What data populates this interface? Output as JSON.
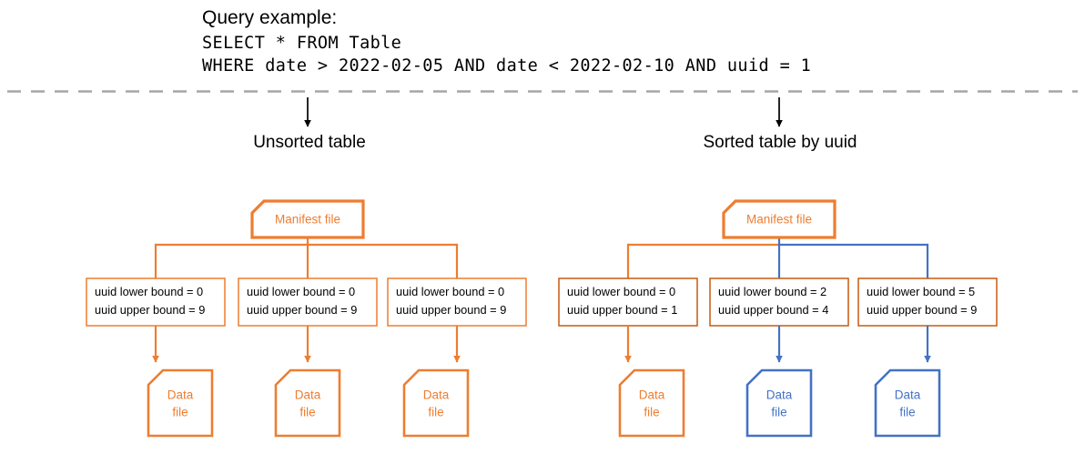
{
  "query": {
    "title": "Query example:",
    "line1": "SELECT * FROM Table",
    "line2": "WHERE date > 2022-02-05 AND date < 2022-02-10 AND uuid = 1"
  },
  "colors": {
    "orange": "#ED7D31",
    "orange_dark": "#C55A11",
    "blue": "#4472C4",
    "divider_gray": "#A6A6A6",
    "text_black": "#000000"
  },
  "divider": {
    "name": "dashed-horizontal-divider"
  },
  "sections": [
    {
      "id": "unsorted",
      "heading": "Unsorted table",
      "manifest": {
        "label": "Manifest file",
        "color": "#ED7D31"
      },
      "branches": [
        {
          "bound_lower": "uuid lower bound = 0",
          "bound_upper": "uuid upper bound = 9",
          "bound_border": "#ED7D31",
          "connector_color": "#ED7D31",
          "datafile_label_line1": "Data",
          "datafile_label_line2": "file",
          "datafile_color": "#ED7D31"
        },
        {
          "bound_lower": "uuid lower bound = 0",
          "bound_upper": "uuid upper bound = 9",
          "bound_border": "#ED7D31",
          "connector_color": "#ED7D31",
          "datafile_label_line1": "Data",
          "datafile_label_line2": "file",
          "datafile_color": "#ED7D31"
        },
        {
          "bound_lower": "uuid lower bound = 0",
          "bound_upper": "uuid upper bound = 9",
          "bound_border": "#ED7D31",
          "connector_color": "#ED7D31",
          "datafile_label_line1": "Data",
          "datafile_label_line2": "file",
          "datafile_color": "#ED7D31"
        }
      ]
    },
    {
      "id": "sorted",
      "heading": "Sorted table by uuid",
      "manifest": {
        "label": "Manifest file",
        "color": "#ED7D31"
      },
      "branches": [
        {
          "bound_lower": "uuid lower bound = 0",
          "bound_upper": "uuid upper bound = 1",
          "bound_border": "#C55A11",
          "connector_color": "#ED7D31",
          "datafile_label_line1": "Data",
          "datafile_label_line2": "file",
          "datafile_color": "#ED7D31"
        },
        {
          "bound_lower": "uuid lower bound = 2",
          "bound_upper": "uuid upper bound = 4",
          "bound_border": "#C55A11",
          "connector_color": "#4472C4",
          "datafile_label_line1": "Data",
          "datafile_label_line2": "file",
          "datafile_color": "#4472C4"
        },
        {
          "bound_lower": "uuid lower bound = 5",
          "bound_upper": "uuid upper bound = 9",
          "bound_border": "#C55A11",
          "connector_color": "#4472C4",
          "datafile_label_line1": "Data",
          "datafile_label_line2": "file",
          "datafile_color": "#4472C4"
        }
      ]
    }
  ]
}
